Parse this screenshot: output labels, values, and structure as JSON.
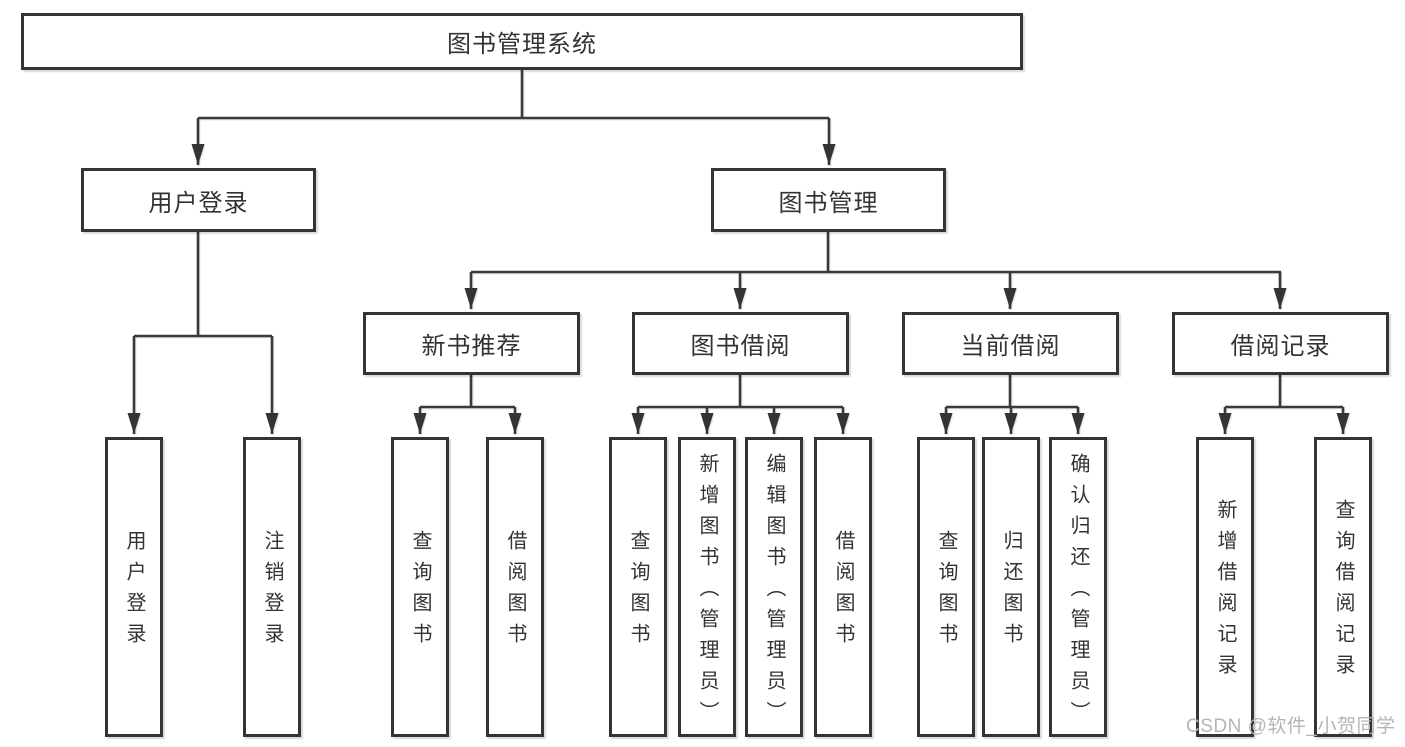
{
  "tree": {
    "root": {
      "label": "图书管理系统"
    },
    "children": [
      {
        "label": "用户登录",
        "children": [
          {
            "label": "用户登录"
          },
          {
            "label": "注销登录"
          }
        ]
      },
      {
        "label": "图书管理",
        "children": [
          {
            "label": "新书推荐",
            "children": [
              {
                "label": "查询图书"
              },
              {
                "label": "借阅图书"
              }
            ]
          },
          {
            "label": "图书借阅",
            "children": [
              {
                "label": "查询图书"
              },
              {
                "label": "新增图书（管理员）"
              },
              {
                "label": "编辑图书（管理员）"
              },
              {
                "label": "借阅图书"
              }
            ]
          },
          {
            "label": "当前借阅",
            "children": [
              {
                "label": "查询图书"
              },
              {
                "label": "归还图书"
              },
              {
                "label": "确认归还（管理员）"
              }
            ]
          },
          {
            "label": "借阅记录",
            "children": [
              {
                "label": "新增借阅记录"
              },
              {
                "label": "查询借阅记录"
              }
            ]
          }
        ]
      }
    ]
  },
  "watermark": {
    "text": "CSDN @软件_小贺同学"
  },
  "colors": {
    "border": "#343434",
    "line": "#3a3a3a",
    "text": "#333333",
    "watermark": "#b5b5b5",
    "background": "#ffffff"
  }
}
